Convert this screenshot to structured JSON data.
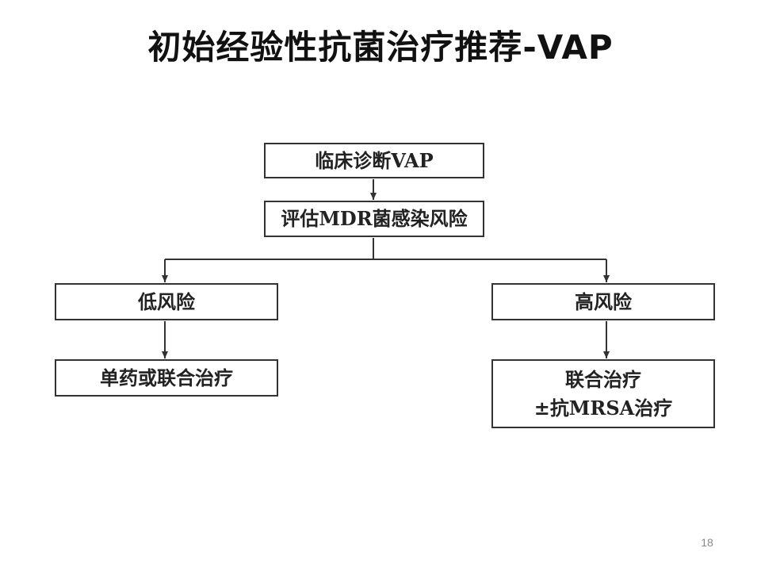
{
  "slide": {
    "title": "初始经验性抗菌治疗推荐-VAP",
    "page_number": "18"
  },
  "flowchart": {
    "diagnose": "临床诊断VAP",
    "assess": "评估MDR菌感染风险",
    "low_risk": "低风险",
    "high_risk": "高风险",
    "low_treatment": "单药或联合治疗",
    "high_treatment_line1": "联合治疗",
    "high_treatment_line2": "±抗MRSA治疗"
  },
  "colors": {
    "line": "#333333",
    "text": "#222222"
  }
}
